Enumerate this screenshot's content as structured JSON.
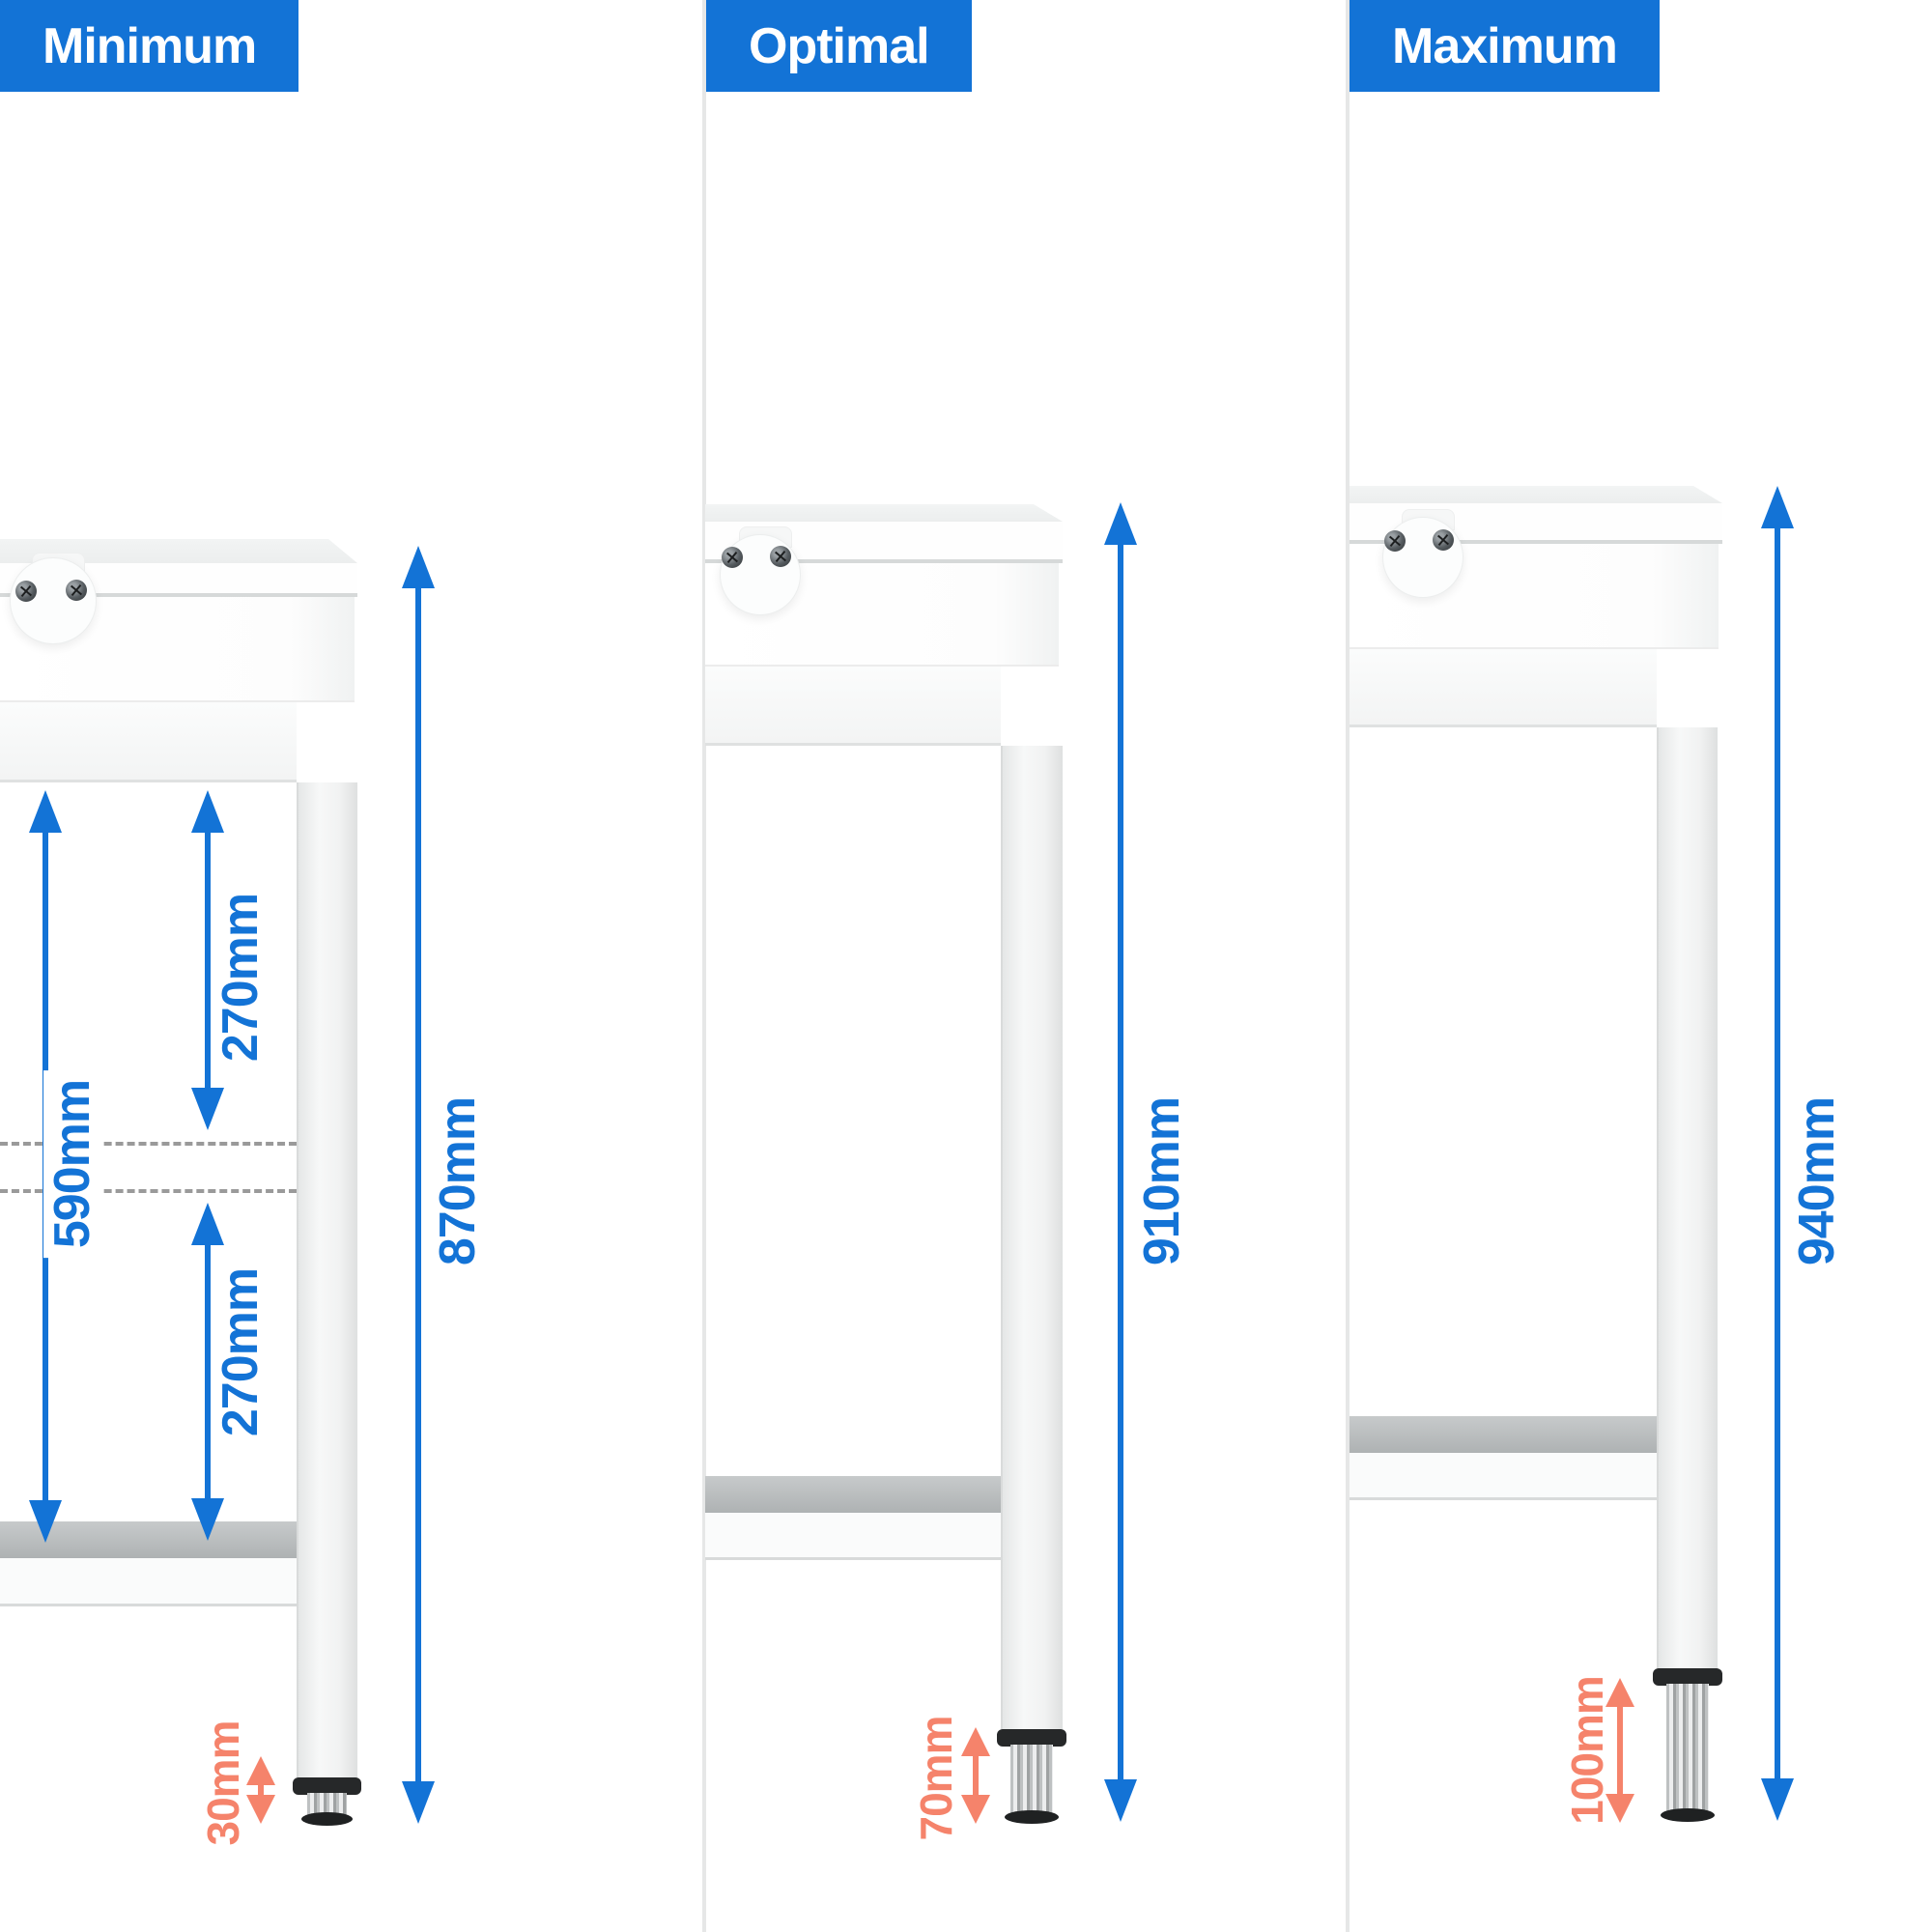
{
  "colors": {
    "accent_blue": "#1373d6",
    "accent_orange": "#f5836b"
  },
  "panels": [
    {
      "badge": "Minimum",
      "dimensions": {
        "total_height": "870mm",
        "inner_height": "590mm",
        "shelf_clearance_top": "270mm",
        "shelf_clearance_bottom": "270mm",
        "foot_adjustment": "30mm"
      }
    },
    {
      "badge": "Optimal",
      "dimensions": {
        "total_height": "910mm",
        "foot_adjustment": "70mm"
      }
    },
    {
      "badge": "Maximum",
      "dimensions": {
        "total_height": "940mm",
        "foot_adjustment": "100mm"
      }
    }
  ]
}
